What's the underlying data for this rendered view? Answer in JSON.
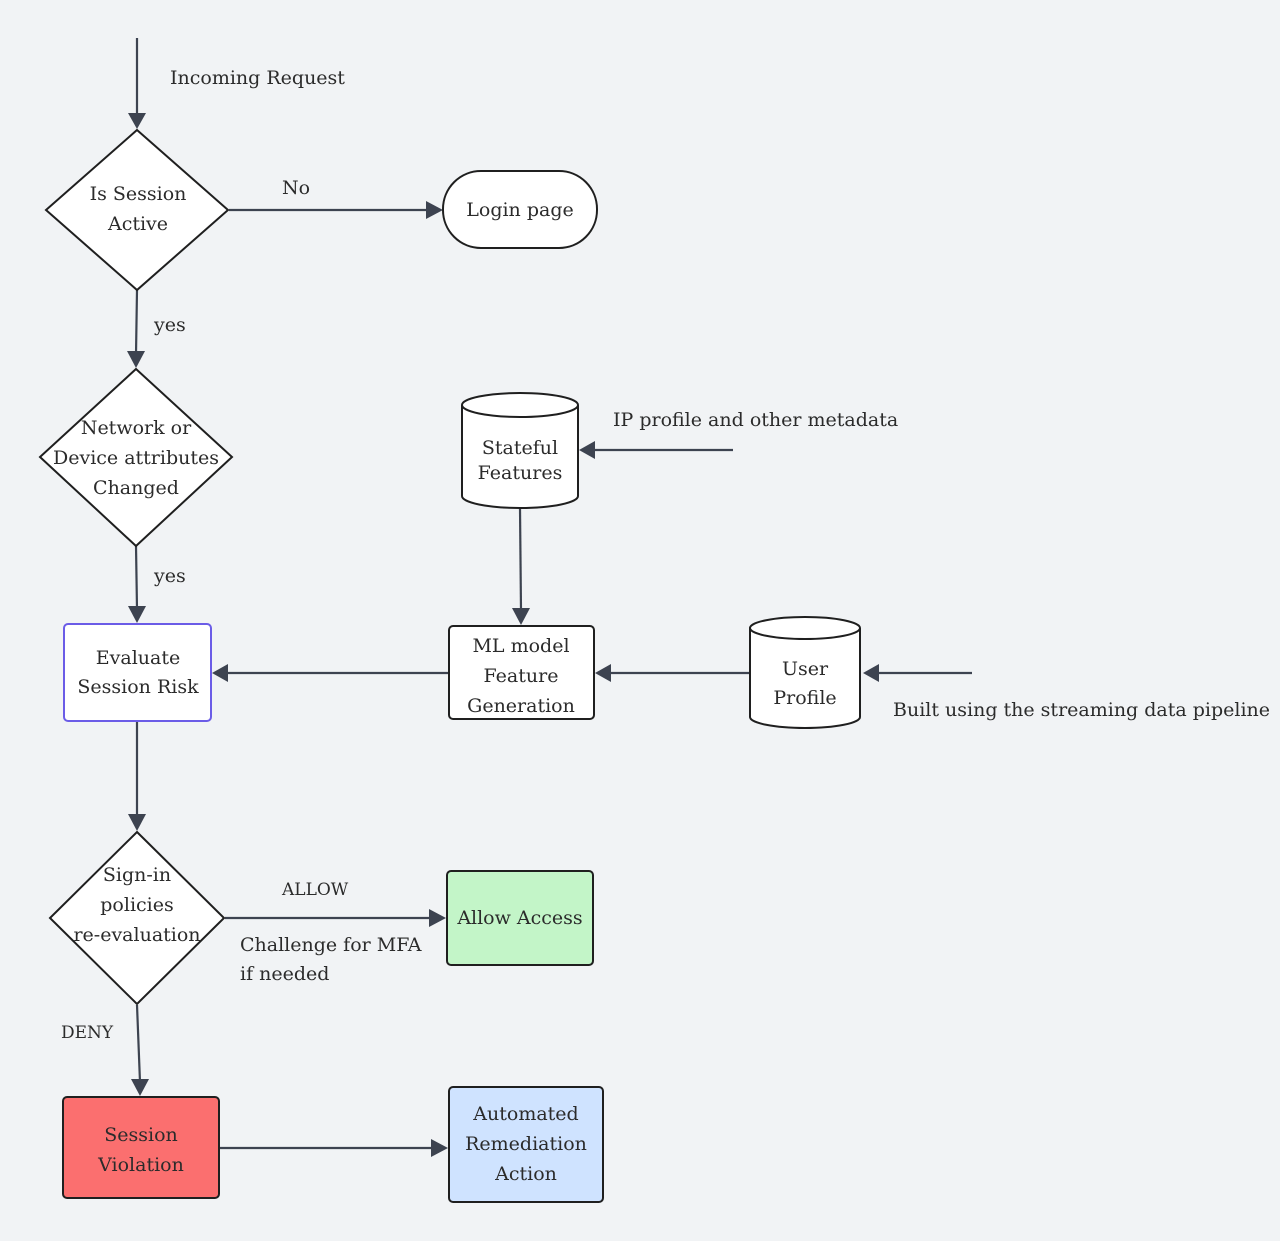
{
  "colors": {
    "background": "#f1f3f5",
    "node_fill": "#ffffff",
    "node_stroke": "#1f1f1f",
    "evaluate_stroke": "#6b5ce7",
    "allow_fill": "#c3f5c8",
    "violation_fill": "#fb6f6f",
    "remediation_fill": "#cfe3ff",
    "edge": "#3d4350"
  },
  "nodes": {
    "session_active": {
      "lines": [
        "Is Session",
        "Active"
      ]
    },
    "login_page": {
      "lines": [
        "Login page"
      ]
    },
    "attributes_changed": {
      "lines": [
        "Network or",
        "Device attributes",
        "Changed"
      ]
    },
    "stateful_features": {
      "lines": [
        "Stateful",
        "Features"
      ]
    },
    "evaluate_risk": {
      "lines": [
        "Evaluate",
        "Session Risk"
      ]
    },
    "ml_model": {
      "lines": [
        "ML model",
        "Feature",
        "Generation"
      ]
    },
    "user_profile": {
      "lines": [
        "User",
        "Profile"
      ]
    },
    "sign_in_policies": {
      "lines": [
        "Sign-in",
        "policies",
        "re-evaluation"
      ]
    },
    "allow_access": {
      "lines": [
        "Allow Access"
      ]
    },
    "session_violation": {
      "lines": [
        "Session",
        "Violation"
      ]
    },
    "remediation": {
      "lines": [
        "Automated",
        "Remediation",
        "Action"
      ]
    }
  },
  "edge_labels": {
    "incoming_request": "Incoming Request",
    "no": "No",
    "yes_1": "yes",
    "yes_2": "yes",
    "ip_profile": "IP profile and other metadata",
    "streaming_pipeline": "Built using the streaming data pipeline",
    "allow": "ALLOW",
    "challenge_line1": "Challenge for MFA",
    "challenge_line2": "if needed",
    "deny": "DENY"
  }
}
